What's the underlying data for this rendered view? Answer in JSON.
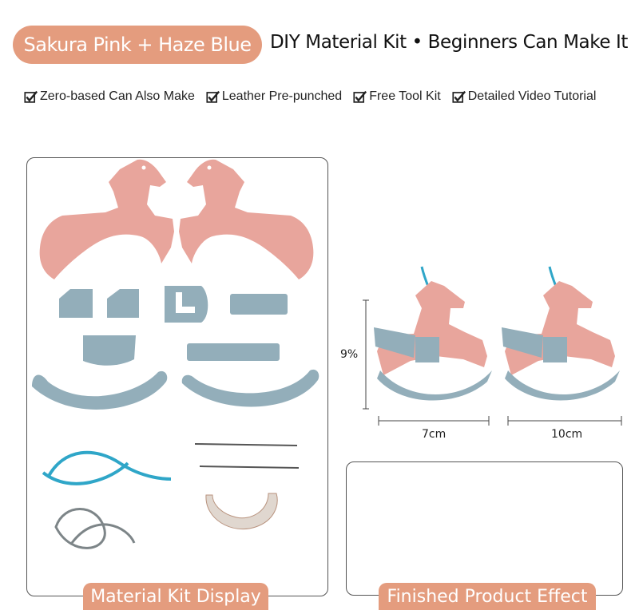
{
  "header": {
    "title_pill": "Sakura Pink + Haze Blue",
    "headline": "DIY Material Kit • Beginners Can Make It"
  },
  "features": [
    {
      "label": "Zero-based Can Also Make",
      "icon": "checkbox-checked-icon"
    },
    {
      "label": "Leather Pre-punched",
      "icon": "checkbox-checked-icon"
    },
    {
      "label": "Free Tool Kit",
      "icon": "checkbox-checked-icon"
    },
    {
      "label": "Detailed Video Tutorial",
      "icon": "checkbox-checked-icon"
    }
  ],
  "dimensions": {
    "height_label": "9%",
    "small_width_label": "7cm",
    "large_width_label": "10cm"
  },
  "sections": {
    "material_label": "Material Kit Display",
    "finished_label": "Finished Product Effect"
  },
  "colors": {
    "accent": "#e49c7e",
    "sakura_pink": "#e8a59c",
    "haze_blue": "#93aeba",
    "cord_teal": "#2fa6c8"
  }
}
